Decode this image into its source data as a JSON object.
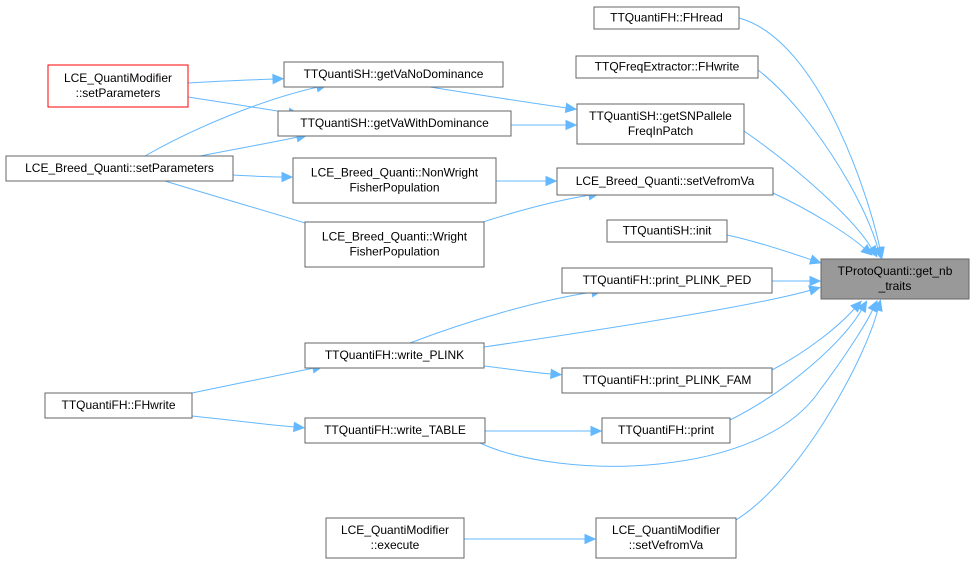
{
  "graph": {
    "nodes": [
      {
        "id": "get_nb_traits",
        "lines": [
          "TProtoQuanti::get_nb",
          "_traits"
        ],
        "style": "focus"
      },
      {
        "id": "fhread",
        "lines": [
          "TTQuantiFH::FHread"
        ],
        "style": "normal"
      },
      {
        "id": "freqfhwrite",
        "lines": [
          "TTQFreqExtractor::FHwrite"
        ],
        "style": "normal"
      },
      {
        "id": "getsnp",
        "lines": [
          "TTQuantiSH::getSNPallele",
          "FreqInPatch"
        ],
        "style": "normal"
      },
      {
        "id": "setvefromva_breed",
        "lines": [
          "LCE_Breed_Quanti::setVefromVa"
        ],
        "style": "normal"
      },
      {
        "id": "init",
        "lines": [
          "TTQuantiSH::init"
        ],
        "style": "normal"
      },
      {
        "id": "print_ped",
        "lines": [
          "TTQuantiFH::print_PLINK_PED"
        ],
        "style": "normal"
      },
      {
        "id": "print_fam",
        "lines": [
          "TTQuantiFH::print_PLINK_FAM"
        ],
        "style": "normal"
      },
      {
        "id": "print",
        "lines": [
          "TTQuantiFH::print"
        ],
        "style": "normal"
      },
      {
        "id": "setvefromva_mod",
        "lines": [
          "LCE_QuantiModifier",
          "::setVefromVa"
        ],
        "style": "normal"
      },
      {
        "id": "getvanodom",
        "lines": [
          "TTQuantiSH::getVaNoDominance"
        ],
        "style": "normal"
      },
      {
        "id": "getvawithdom",
        "lines": [
          "TTQuantiSH::getVaWithDominance"
        ],
        "style": "normal"
      },
      {
        "id": "nonwright",
        "lines": [
          "LCE_Breed_Quanti::NonWright",
          "FisherPopulation"
        ],
        "style": "normal"
      },
      {
        "id": "wright",
        "lines": [
          "LCE_Breed_Quanti::Wright",
          "FisherPopulation"
        ],
        "style": "normal"
      },
      {
        "id": "write_plink",
        "lines": [
          "TTQuantiFH::write_PLINK"
        ],
        "style": "normal"
      },
      {
        "id": "write_table",
        "lines": [
          "TTQuantiFH::write_TABLE"
        ],
        "style": "normal"
      },
      {
        "id": "mod_execute",
        "lines": [
          "LCE_QuantiModifier",
          "::execute"
        ],
        "style": "normal"
      },
      {
        "id": "mod_setparams",
        "lines": [
          "LCE_QuantiModifier",
          "::setParameters"
        ],
        "style": "red"
      },
      {
        "id": "breed_setparams",
        "lines": [
          "LCE_Breed_Quanti::setParameters"
        ],
        "style": "normal"
      },
      {
        "id": "fhwrite",
        "lines": [
          "TTQuantiFH::FHwrite"
        ],
        "style": "normal"
      }
    ],
    "edges": [
      [
        "fhread",
        "get_nb_traits"
      ],
      [
        "freqfhwrite",
        "get_nb_traits"
      ],
      [
        "getsnp",
        "get_nb_traits"
      ],
      [
        "setvefromva_breed",
        "get_nb_traits"
      ],
      [
        "init",
        "get_nb_traits"
      ],
      [
        "print_ped",
        "get_nb_traits"
      ],
      [
        "write_plink",
        "get_nb_traits"
      ],
      [
        "print_fam",
        "get_nb_traits"
      ],
      [
        "print",
        "get_nb_traits"
      ],
      [
        "write_table",
        "get_nb_traits"
      ],
      [
        "setvefromva_mod",
        "get_nb_traits"
      ],
      [
        "getvanodom",
        "getsnp"
      ],
      [
        "getvawithdom",
        "getsnp"
      ],
      [
        "nonwright",
        "setvefromva_breed"
      ],
      [
        "wright",
        "setvefromva_breed"
      ],
      [
        "write_plink",
        "print_ped"
      ],
      [
        "write_plink",
        "print_fam"
      ],
      [
        "write_table",
        "print"
      ],
      [
        "mod_execute",
        "setvefromva_mod"
      ],
      [
        "mod_setparams",
        "getvanodom"
      ],
      [
        "mod_setparams",
        "getvawithdom"
      ],
      [
        "breed_setparams",
        "getvanodom"
      ],
      [
        "breed_setparams",
        "getvawithdom"
      ],
      [
        "breed_setparams",
        "nonwright"
      ],
      [
        "breed_setparams",
        "wright"
      ],
      [
        "fhwrite",
        "write_plink"
      ],
      [
        "fhwrite",
        "write_table"
      ]
    ]
  }
}
